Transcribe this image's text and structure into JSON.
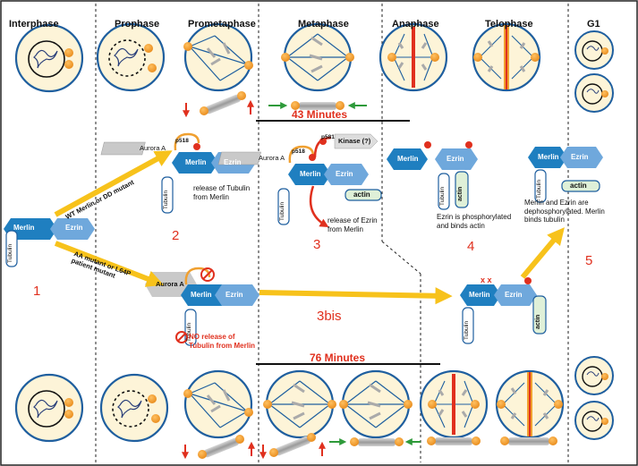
{
  "phases": [
    "Interphase",
    "Prophase",
    "Prometaphase",
    "Metaphase",
    "Anaphase",
    "Telophase",
    "G1"
  ],
  "durations": {
    "wt": "43 Minutes",
    "mutant": "76 Minutes"
  },
  "proteins": {
    "merlin": "Merlin",
    "ezrin": "Ezrin",
    "tubulin": "Tubulin",
    "actin": "actin",
    "aurora": "Aurora A",
    "kinase": "Kinase (?)",
    "p518": "p518",
    "p581": "p581"
  },
  "paths": {
    "wt": "WT Merlin or DD mutant",
    "mutant": "AA mutant or L64P patient mutant"
  },
  "steps": [
    "1",
    "2",
    "3",
    "3bis",
    "4",
    "5"
  ],
  "annotations": {
    "a2": "release of Tubulin from Merlin",
    "a3": "release of Ezrin from Merlin",
    "a4": "Ezrin is phosphorylated and binds actin",
    "a5": "Merlin and Ezrin are dephosphorylated. Merlin binds tubulin",
    "a3bis": "NO release of Tubulin from Merlin"
  },
  "colors": {
    "merlin": "#1f7fc0",
    "ezrin": "#6fa8dc",
    "aurora": "#b8b8b8",
    "cell": "#fdf4d8",
    "path_arrow": "#f7c21b",
    "pole": "#f0a030",
    "red": "#e0301e"
  }
}
